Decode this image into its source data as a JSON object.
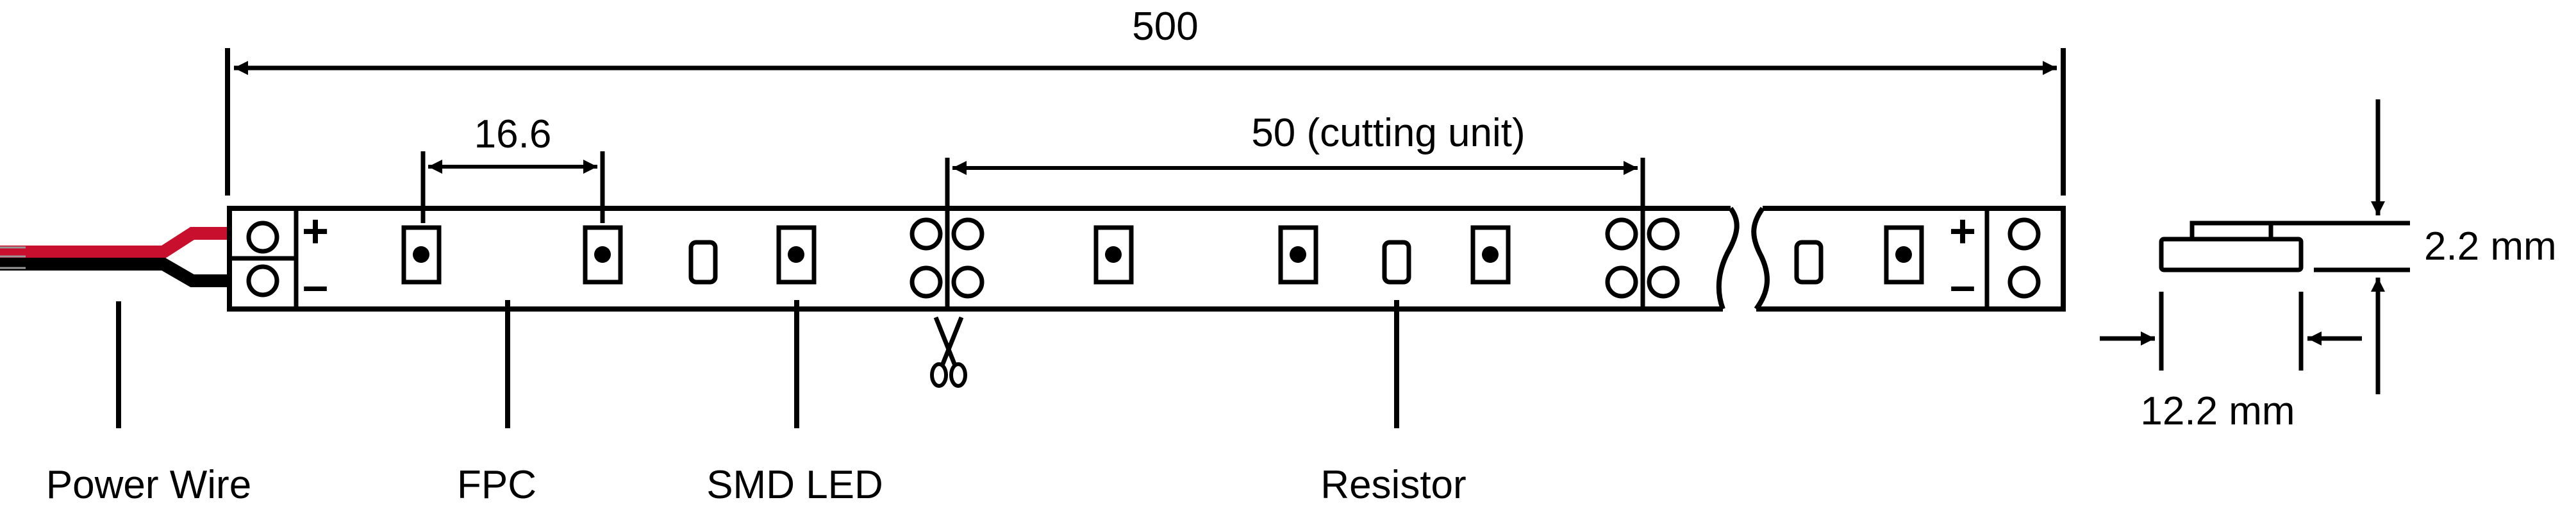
{
  "dimensions": {
    "total_length": "500",
    "led_pitch": "16.6",
    "cutting_unit": "50 (cutting unit)",
    "height": "2.2 mm",
    "width": "12.2 mm"
  },
  "labels": {
    "power_wire": "Power Wire",
    "fpc": "FPC",
    "smd_led": "SMD LED",
    "resistor": "Resistor"
  },
  "polarity": {
    "plus": "+",
    "minus": "–"
  },
  "colors": {
    "line": "#000000",
    "wire_red": "#c8102e",
    "wire_black": "#000000",
    "background": "#ffffff"
  },
  "icons": {
    "cut_marker": "scissors-icon"
  }
}
